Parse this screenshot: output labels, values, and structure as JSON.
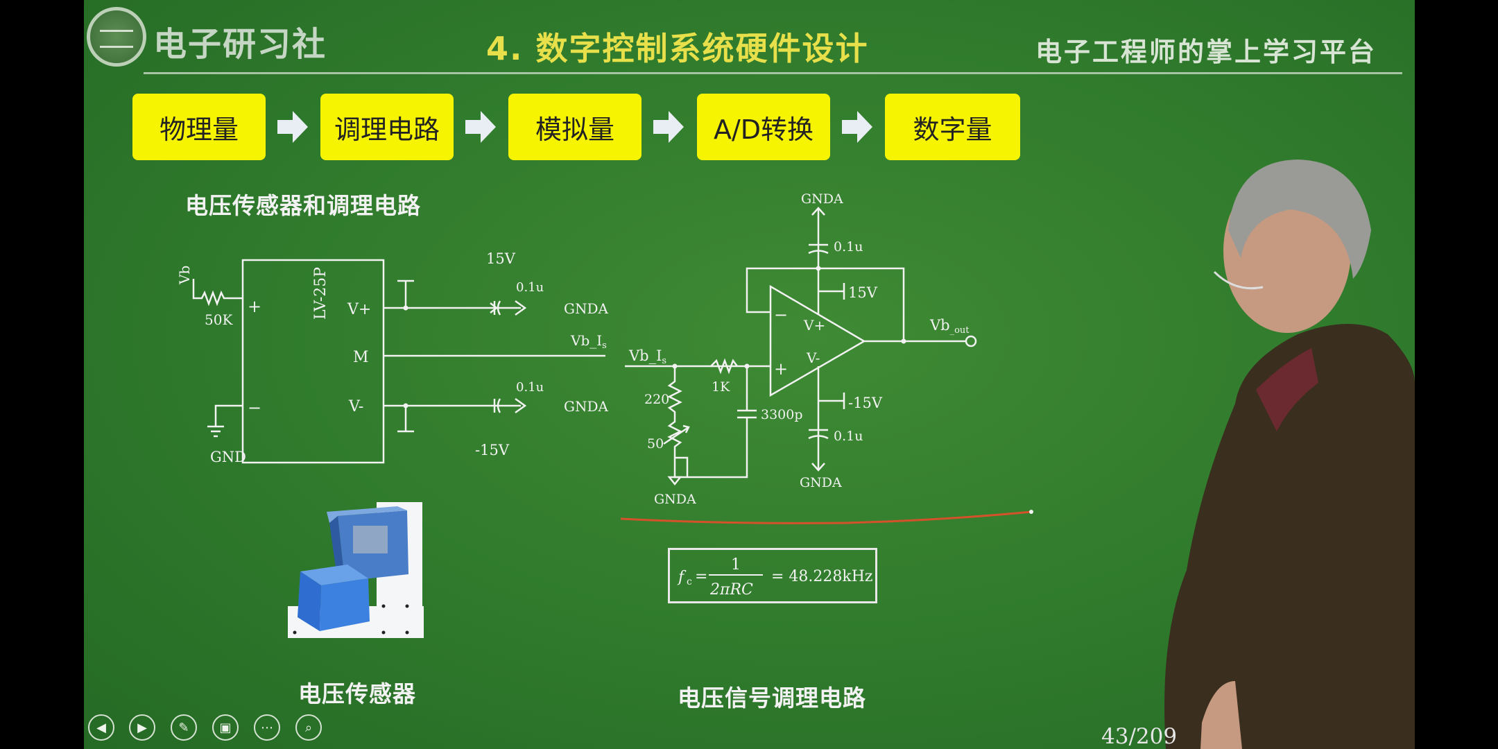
{
  "header": {
    "org_name": "电子研习社",
    "slide_title": "4.   数字控制系统硬件设计",
    "slogan": "电子工程师的掌上学习平台"
  },
  "flow": [
    "物理量",
    "调理电路",
    "模拟量",
    "A/D转换",
    "数字量"
  ],
  "sections": {
    "left_title": "电压传感器和调理电路",
    "sensor_caption": "电压传感器",
    "circuit_caption": "电压信号调理电路"
  },
  "left_circuit": {
    "chip": "LV-25P",
    "vb": "Vb",
    "r_in": "50K",
    "plus": "+",
    "minus": "−",
    "vplus_pin": "V+",
    "m_pin": "M",
    "vminus_pin": "V-",
    "v15": "15V",
    "vm15": "-15V",
    "cap1": "0.1u",
    "cap2": "0.1u",
    "gnda1": "GNDA",
    "gnda2": "GNDA",
    "gnd": "GND",
    "out_base": "Vb_I",
    "out_sub": "s"
  },
  "right_circuit": {
    "gnda_top": "GNDA",
    "cap_top": "0.1u",
    "v15": "15V",
    "vm15": "-15V",
    "cap_bot": "0.1u",
    "gnda_bot": "GNDA",
    "gnda_left": "GNDA",
    "vplus": "V+",
    "vminus": "V-",
    "in_minus": "−",
    "in_plus": "+",
    "in_base": "Vb_I",
    "in_sub": "s",
    "r1": "1K",
    "r2": "220",
    "r3": "50",
    "cap_filter": "3300p",
    "out_base": "Vb",
    "out_sub": "_out"
  },
  "formula": {
    "lhs": "f",
    "lhs_sub": "c",
    "num": "1",
    "den": "2πRC",
    "result": "= 48.228kHz"
  },
  "page_number": "43/209",
  "controls": [
    "prev-icon",
    "next-icon",
    "pen-icon",
    "screen-icon",
    "more-icon",
    "zoom-icon"
  ],
  "colors": {
    "board": "#2f7a2c",
    "box": "#f6f400",
    "title": "#e8e04a",
    "underline": "#d4522a"
  }
}
